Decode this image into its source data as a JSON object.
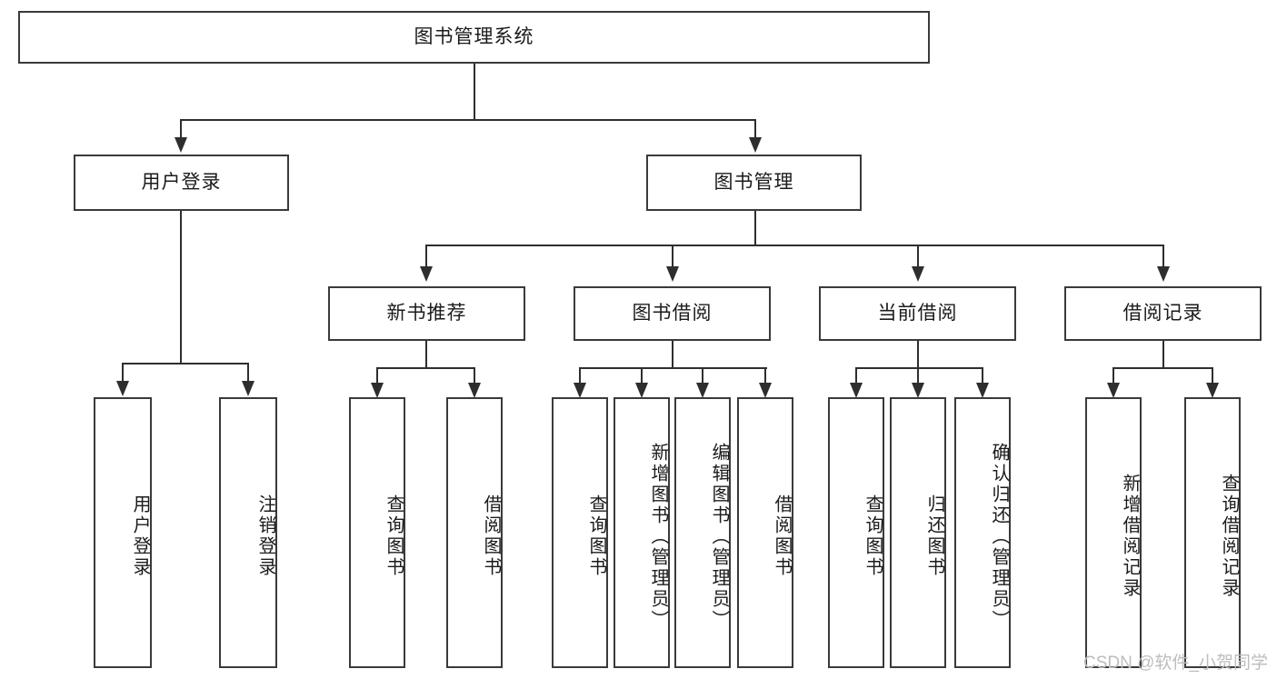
{
  "diagram": {
    "type": "tree-hierarchy-flowchart",
    "root": {
      "id": "root",
      "label": "图书管理系统"
    },
    "level2": [
      {
        "id": "user-login",
        "label": "用户登录"
      },
      {
        "id": "book-manage",
        "label": "图书管理"
      }
    ],
    "level3": [
      {
        "id": "new-book-rec",
        "label": "新书推荐",
        "parent": "book-manage"
      },
      {
        "id": "book-borrow",
        "label": "图书借阅",
        "parent": "book-manage"
      },
      {
        "id": "current-borrow",
        "label": "当前借阅",
        "parent": "book-manage"
      },
      {
        "id": "borrow-record",
        "label": "借阅记录",
        "parent": "book-manage"
      }
    ],
    "leaves": {
      "user_login": [
        {
          "id": "leaf-user-login",
          "label": "用户登录"
        },
        {
          "id": "leaf-user-logout",
          "label": "注销登录"
        }
      ],
      "new_book_rec": [
        {
          "id": "leaf-query-book-1",
          "label": "查询图书"
        },
        {
          "id": "leaf-borrow-book-1",
          "label": "借阅图书"
        }
      ],
      "book_borrow": [
        {
          "id": "leaf-query-book-2",
          "label": "查询图书"
        },
        {
          "id": "leaf-add-book",
          "label": "新增图书（管理员）"
        },
        {
          "id": "leaf-edit-book",
          "label": "编辑图书（管理员）"
        },
        {
          "id": "leaf-borrow-book-2",
          "label": "借阅图书"
        }
      ],
      "current_borrow": [
        {
          "id": "leaf-query-book-3",
          "label": "查询图书"
        },
        {
          "id": "leaf-return-book",
          "label": "归还图书"
        },
        {
          "id": "leaf-confirm-return",
          "label": "确认归还（管理员）"
        }
      ],
      "borrow_record": [
        {
          "id": "leaf-add-record",
          "label": "新增借阅记录"
        },
        {
          "id": "leaf-query-record",
          "label": "查询借阅记录"
        }
      ]
    }
  },
  "watermark": {
    "text": "CSDN @软件_小贺同学"
  },
  "colors": {
    "stroke": "#3a3a3a",
    "line": "#2e2e2e",
    "text": "#1b1b1b",
    "background": "#ffffff",
    "watermark": "#bdbdbd"
  }
}
